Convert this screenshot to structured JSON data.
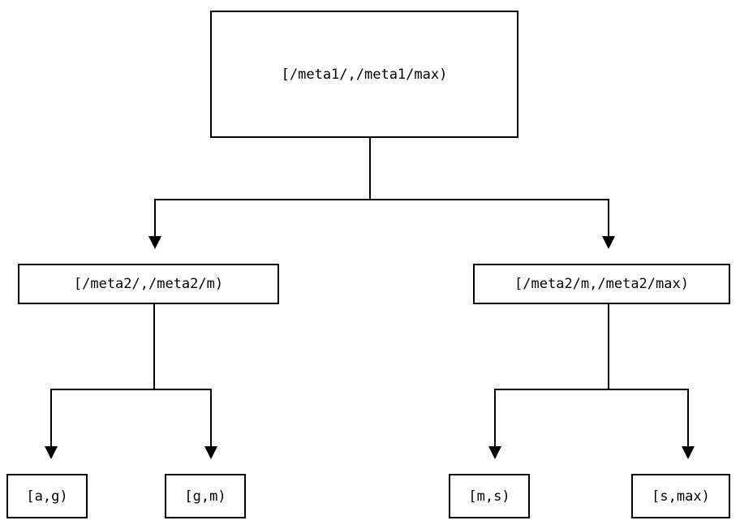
{
  "colors": {
    "background": "#ffffff",
    "line": "#000000",
    "text": "#000000"
  },
  "diagram": {
    "type": "tree",
    "root": {
      "label": "[/meta1/,/meta1/max)"
    },
    "level2": [
      {
        "label": "[/meta2/,/meta2/m)"
      },
      {
        "label": "[/meta2/m,/meta2/max)"
      }
    ],
    "leaves": [
      {
        "label": "[a,g)"
      },
      {
        "label": "[g,m)"
      },
      {
        "label": "[m,s)"
      },
      {
        "label": "[s,max)"
      }
    ]
  }
}
